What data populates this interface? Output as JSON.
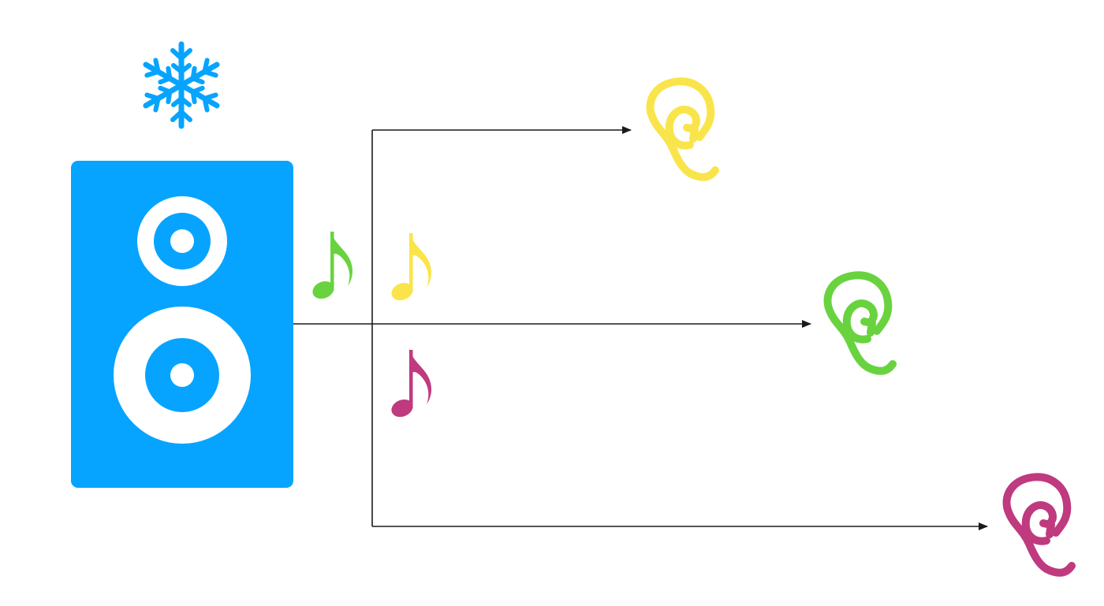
{
  "colors": {
    "speaker": "#06a4ff",
    "speaker_cone": "#ffffff",
    "snowflake": "#06a4ff",
    "yellow": "#f9e54b",
    "green": "#69d33f",
    "magenta": "#bf3a7f",
    "arrow": "#1a1a1a",
    "background": "#ffffff"
  },
  "icons": {
    "source": "speaker-icon",
    "state": "snowflake-icon",
    "notes": [
      "music-note-icon",
      "music-note-icon",
      "music-note-icon"
    ],
    "listeners": [
      "ear-icon",
      "ear-icon",
      "ear-icon"
    ]
  },
  "notes": [
    {
      "color": "green"
    },
    {
      "color": "yellow"
    },
    {
      "color": "magenta"
    }
  ],
  "listeners": [
    {
      "color": "yellow"
    },
    {
      "color": "green"
    },
    {
      "color": "magenta"
    }
  ]
}
